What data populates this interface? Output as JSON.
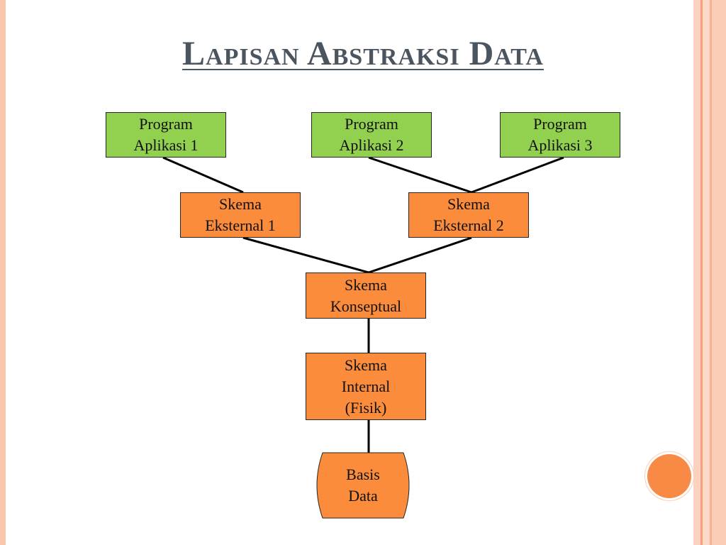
{
  "title": "Lapisan Abstraksi Data",
  "programs": [
    {
      "label": "Program\nAplikasi 1"
    },
    {
      "label": "Program\nAplikasi 2"
    },
    {
      "label": "Program\nAplikasi 3"
    }
  ],
  "external_schemas": [
    {
      "label": "Skema\nEksternal 1"
    },
    {
      "label": "Skema\nEksternal 2"
    }
  ],
  "conceptual_schema": {
    "label": "Skema\nKonseptual"
  },
  "internal_schema": {
    "label": "Skema\nInternal\n(Fisik)"
  },
  "database": {
    "label": "Basis\nData"
  },
  "colors": {
    "program_fill": "#92d050",
    "schema_fill": "#fb8c3c",
    "title_text": "#4b5560",
    "accent_circle": "#f98a45"
  }
}
